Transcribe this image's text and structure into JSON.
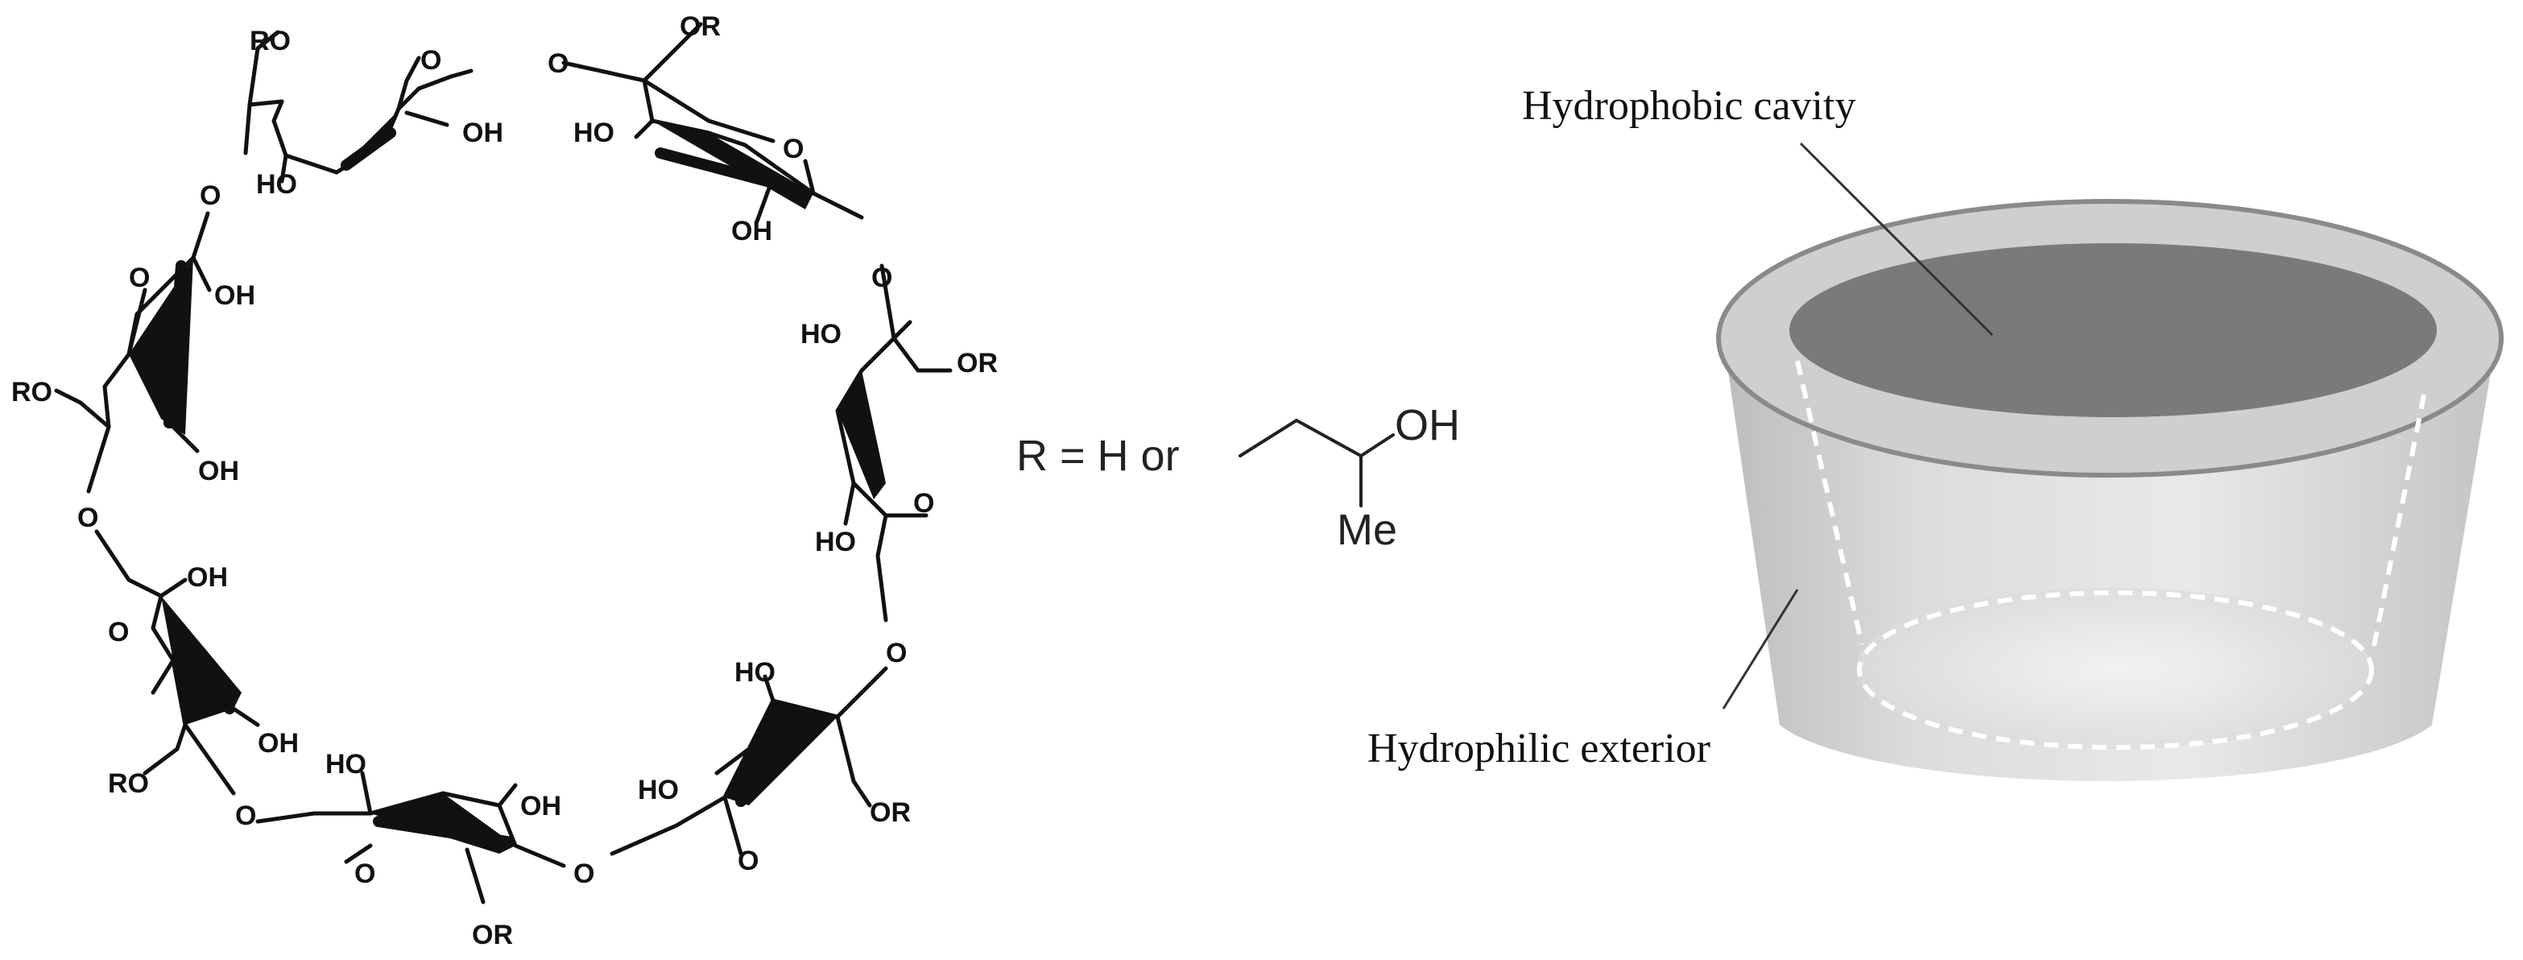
{
  "molecule": {
    "atom_labels": {
      "ring_oxygen": "O",
      "glycosidic_oxygen": "O",
      "hydroxyl": "OH",
      "hydroxyl_left": "HO",
      "substituent_right": "OR",
      "substituent_left": "RO"
    },
    "r_definition": {
      "prefix": "R = H or",
      "hydroxyl": "OH",
      "methyl": "Me"
    }
  },
  "cavity_diagram": {
    "top_label": "Hydrophobic cavity",
    "bottom_label": "Hydrophilic exterior"
  },
  "colors": {
    "bond": "#111111",
    "cavity_fill": "#7a7a7a",
    "cup_rim": "#d2d2d2",
    "cup_outline": "#8a8a8a",
    "dashed_line": "#ffffff"
  }
}
